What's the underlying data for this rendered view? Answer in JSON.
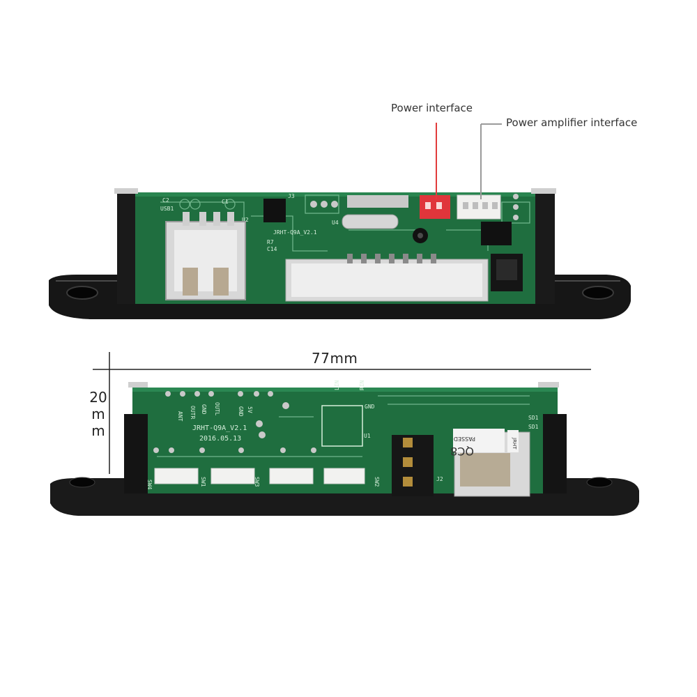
{
  "callouts": {
    "power_interface": "Power interface",
    "power_amplifier_interface": "Power amplifier interface"
  },
  "dimensions": {
    "width": "77mm",
    "height": "20mm"
  },
  "top_board": {
    "labels": {
      "usb": "USB1",
      "c2": "C2",
      "c1": "C1",
      "u2": "U2",
      "u4": "U4",
      "j3": "J3",
      "r7": "R7",
      "c14": "C14",
      "model": "JRHT-Q9A_V2.1"
    }
  },
  "bottom_board": {
    "labels": {
      "model": "JRHT-Q9A_V2.1",
      "date": "2016.05.13",
      "ant": "ANT",
      "outr": "OUTR",
      "gnd": "GND",
      "outl": "OUTL",
      "gnd2": "GND",
      "v5": "5V",
      "lin": "LIN",
      "rin": "RIN",
      "gnd3": "GND",
      "u1": "U1",
      "j2": "J2",
      "qc": "QC8",
      "passed": "PASSED",
      "brand": "JRHT",
      "sw1": "SW1",
      "sw2": "SW2",
      "sw3": "SW3",
      "sw4": "SW4",
      "sd1": "SD1",
      "sd2": "SD1"
    }
  },
  "colors": {
    "pcb_green": "#1f6e3f",
    "pcb_dark": "#154e2c",
    "panel_black": "#151515",
    "connector_red": "#e0353b",
    "connector_white": "#f1f1ef",
    "callout_red": "#e23b3b",
    "callout_gray": "#9a9a9a"
  }
}
